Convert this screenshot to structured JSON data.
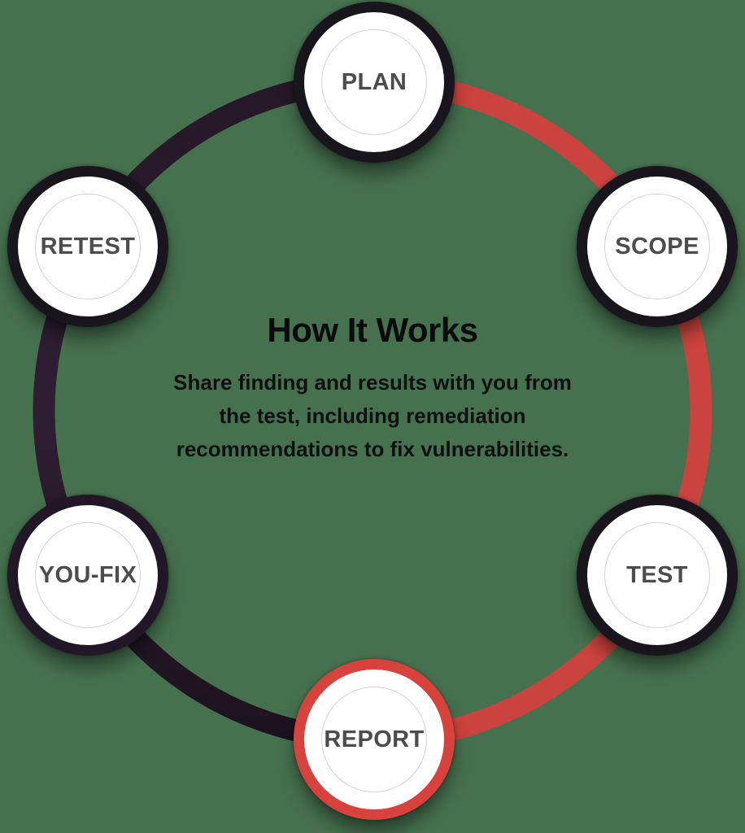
{
  "center": {
    "title": "How It Works",
    "description": "Share finding and results with you from\nthe test, including remediation\nrecommendations to fix vulnerabilities."
  },
  "nodes": [
    {
      "label": "PLAN",
      "state": "default"
    },
    {
      "label": "SCOPE",
      "state": "default"
    },
    {
      "label": "TEST",
      "state": "default"
    },
    {
      "label": "REPORT",
      "state": "highlighted"
    },
    {
      "label": "YOU-FIX",
      "state": "default"
    },
    {
      "label": "RETEST",
      "state": "default"
    }
  ],
  "colors": {
    "background": "#46714F",
    "arc_red": "#CB433E",
    "arc_dark_top": "#261828",
    "arc_dark_mid": "#2F1E32",
    "arc_dark_bottom": "#1C121D",
    "node_fill": "#FFFFFF",
    "node_border_dark": "#18161C",
    "node_border_highlight": "#D8423C",
    "node_label": "#4C4C4C",
    "inner_ring": "#D3D3D3"
  }
}
